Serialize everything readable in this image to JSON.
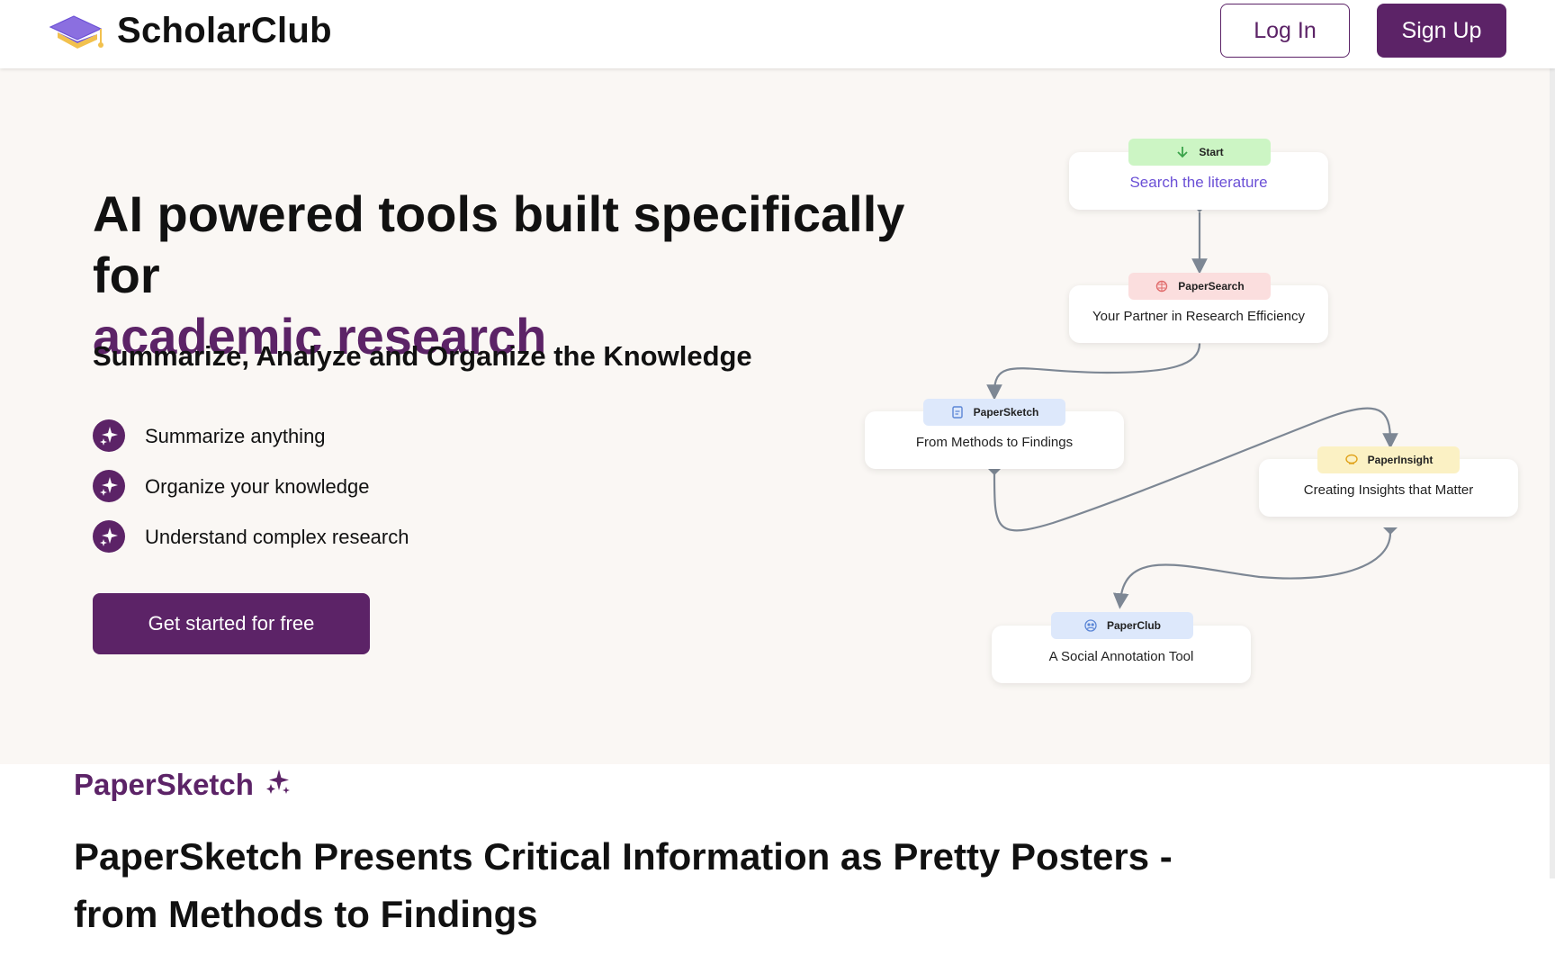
{
  "header": {
    "brand": "ScholarClub",
    "login_label": "Log In",
    "signup_label": "Sign Up",
    "logo_icon": "graduation-cap-icon"
  },
  "hero": {
    "title_line1": "AI powered tools built specifically for",
    "title_line2": "academic research",
    "subtitle": "Summarize, Analyze and Organize the Knowledge",
    "features": [
      {
        "label": "Summarize anything",
        "icon": "sparkle-icon"
      },
      {
        "label": "Organize your knowledge",
        "icon": "sparkle-icon"
      },
      {
        "label": "Understand complex research",
        "icon": "sparkle-icon"
      }
    ],
    "cta_label": "Get started for free"
  },
  "flow": {
    "nodes": [
      {
        "tag": "Start",
        "desc": "Search the literature",
        "icon": "arrow-down-icon",
        "tag_color": "#ccf5c4",
        "desc_color": "#6b50d6"
      },
      {
        "tag": "PaperSearch",
        "desc": "Your Partner in Research Efficiency",
        "icon": "brain-icon",
        "tag_color": "#fbdede",
        "desc_color": "#222222"
      },
      {
        "tag": "PaperSketch",
        "desc": "From Methods to Findings",
        "icon": "document-icon",
        "tag_color": "#dde8fb",
        "desc_color": "#222222"
      },
      {
        "tag": "PaperInsight",
        "desc": "Creating Insights that Matter",
        "icon": "lightbulb-icon",
        "tag_color": "#fbf1c4",
        "desc_color": "#222222"
      },
      {
        "tag": "PaperClub",
        "desc": "A Social Annotation Tool",
        "icon": "people-icon",
        "tag_color": "#dde8fb",
        "desc_color": "#222222"
      }
    ]
  },
  "section": {
    "name": "PaperSketch",
    "title": "PaperSketch Presents Critical Information as Pretty Posters - from Methods to Findings"
  },
  "colors": {
    "brand_purple": "#5c2367",
    "hero_background": "#faf7f4",
    "link_purple": "#6b50d6"
  }
}
